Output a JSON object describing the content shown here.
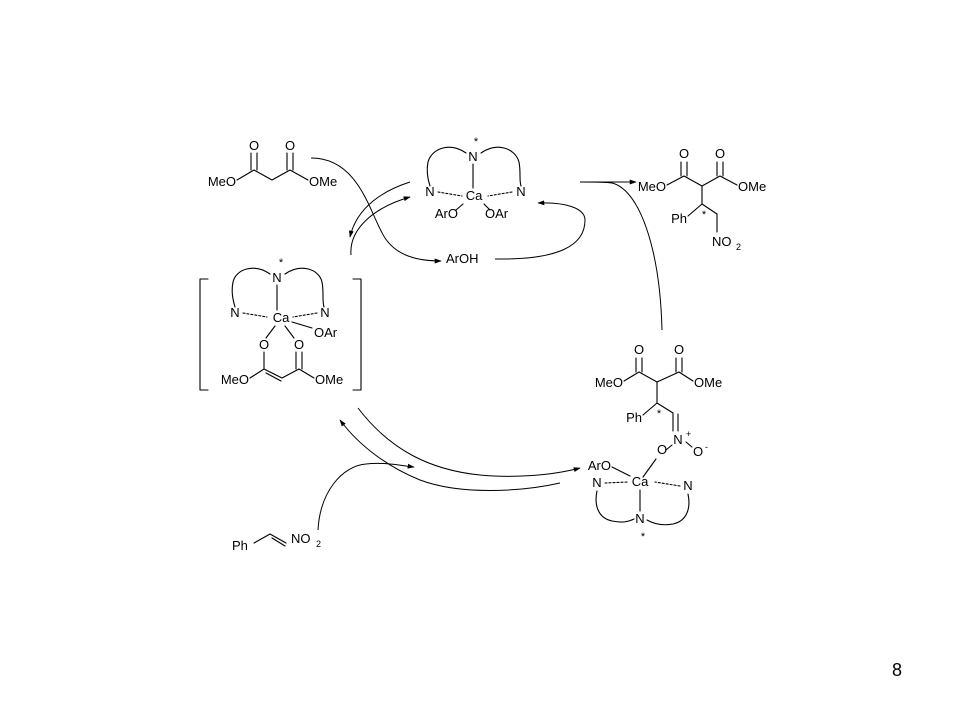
{
  "colors": {
    "ink": "#000000",
    "background": "#ffffff"
  },
  "labels": {
    "MeO": "MeO",
    "OMe": "OMe",
    "O": "O",
    "N": "N",
    "Ca": "Ca",
    "ArO": "ArO",
    "OAr": "OAr",
    "ArOH": "ArOH",
    "Ph": "Ph",
    "NO": "NO",
    "sub2": "2",
    "star": "*",
    "plus": "+",
    "minus": "-"
  },
  "page_number": "8"
}
